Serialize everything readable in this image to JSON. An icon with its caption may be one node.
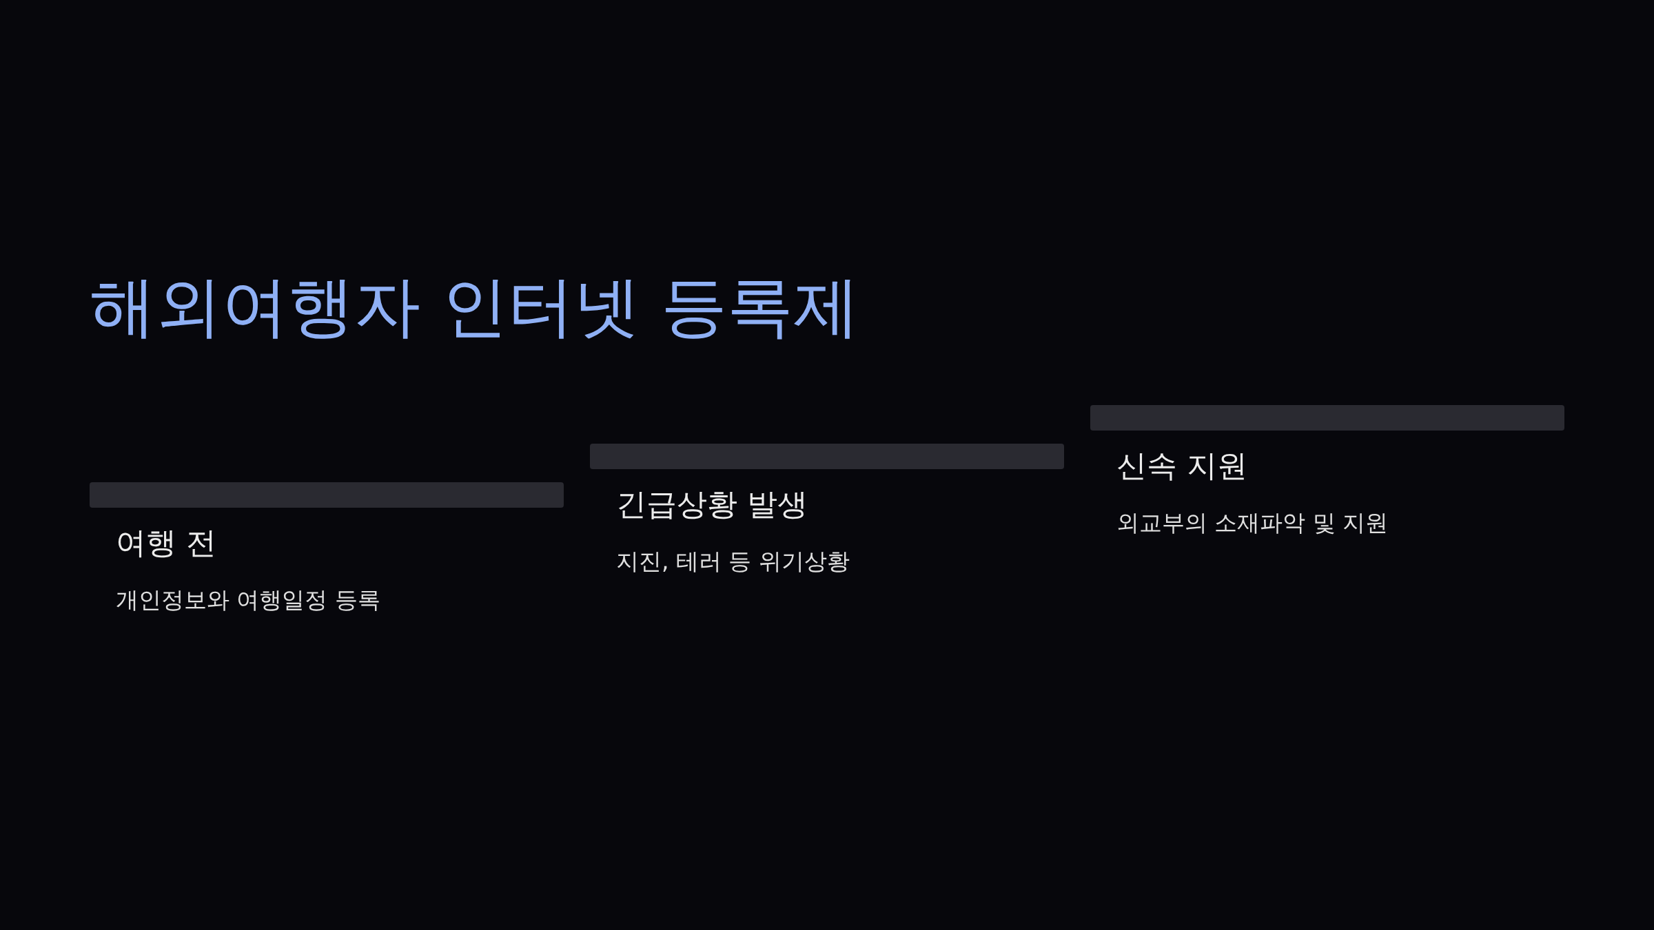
{
  "diagram": {
    "title": "해외여행자 인터넷 등록제",
    "nodes": [
      {
        "text": [
          "여행 전",
          "개인정보와 여행일정 등록"
        ]
      },
      {
        "text": [
          "긴급상황 발생",
          "지진, 테러 등 위기상황"
        ]
      },
      {
        "text": [
          "신속 지원",
          "외교부의 소재파악 및 지원"
        ]
      }
    ]
  }
}
